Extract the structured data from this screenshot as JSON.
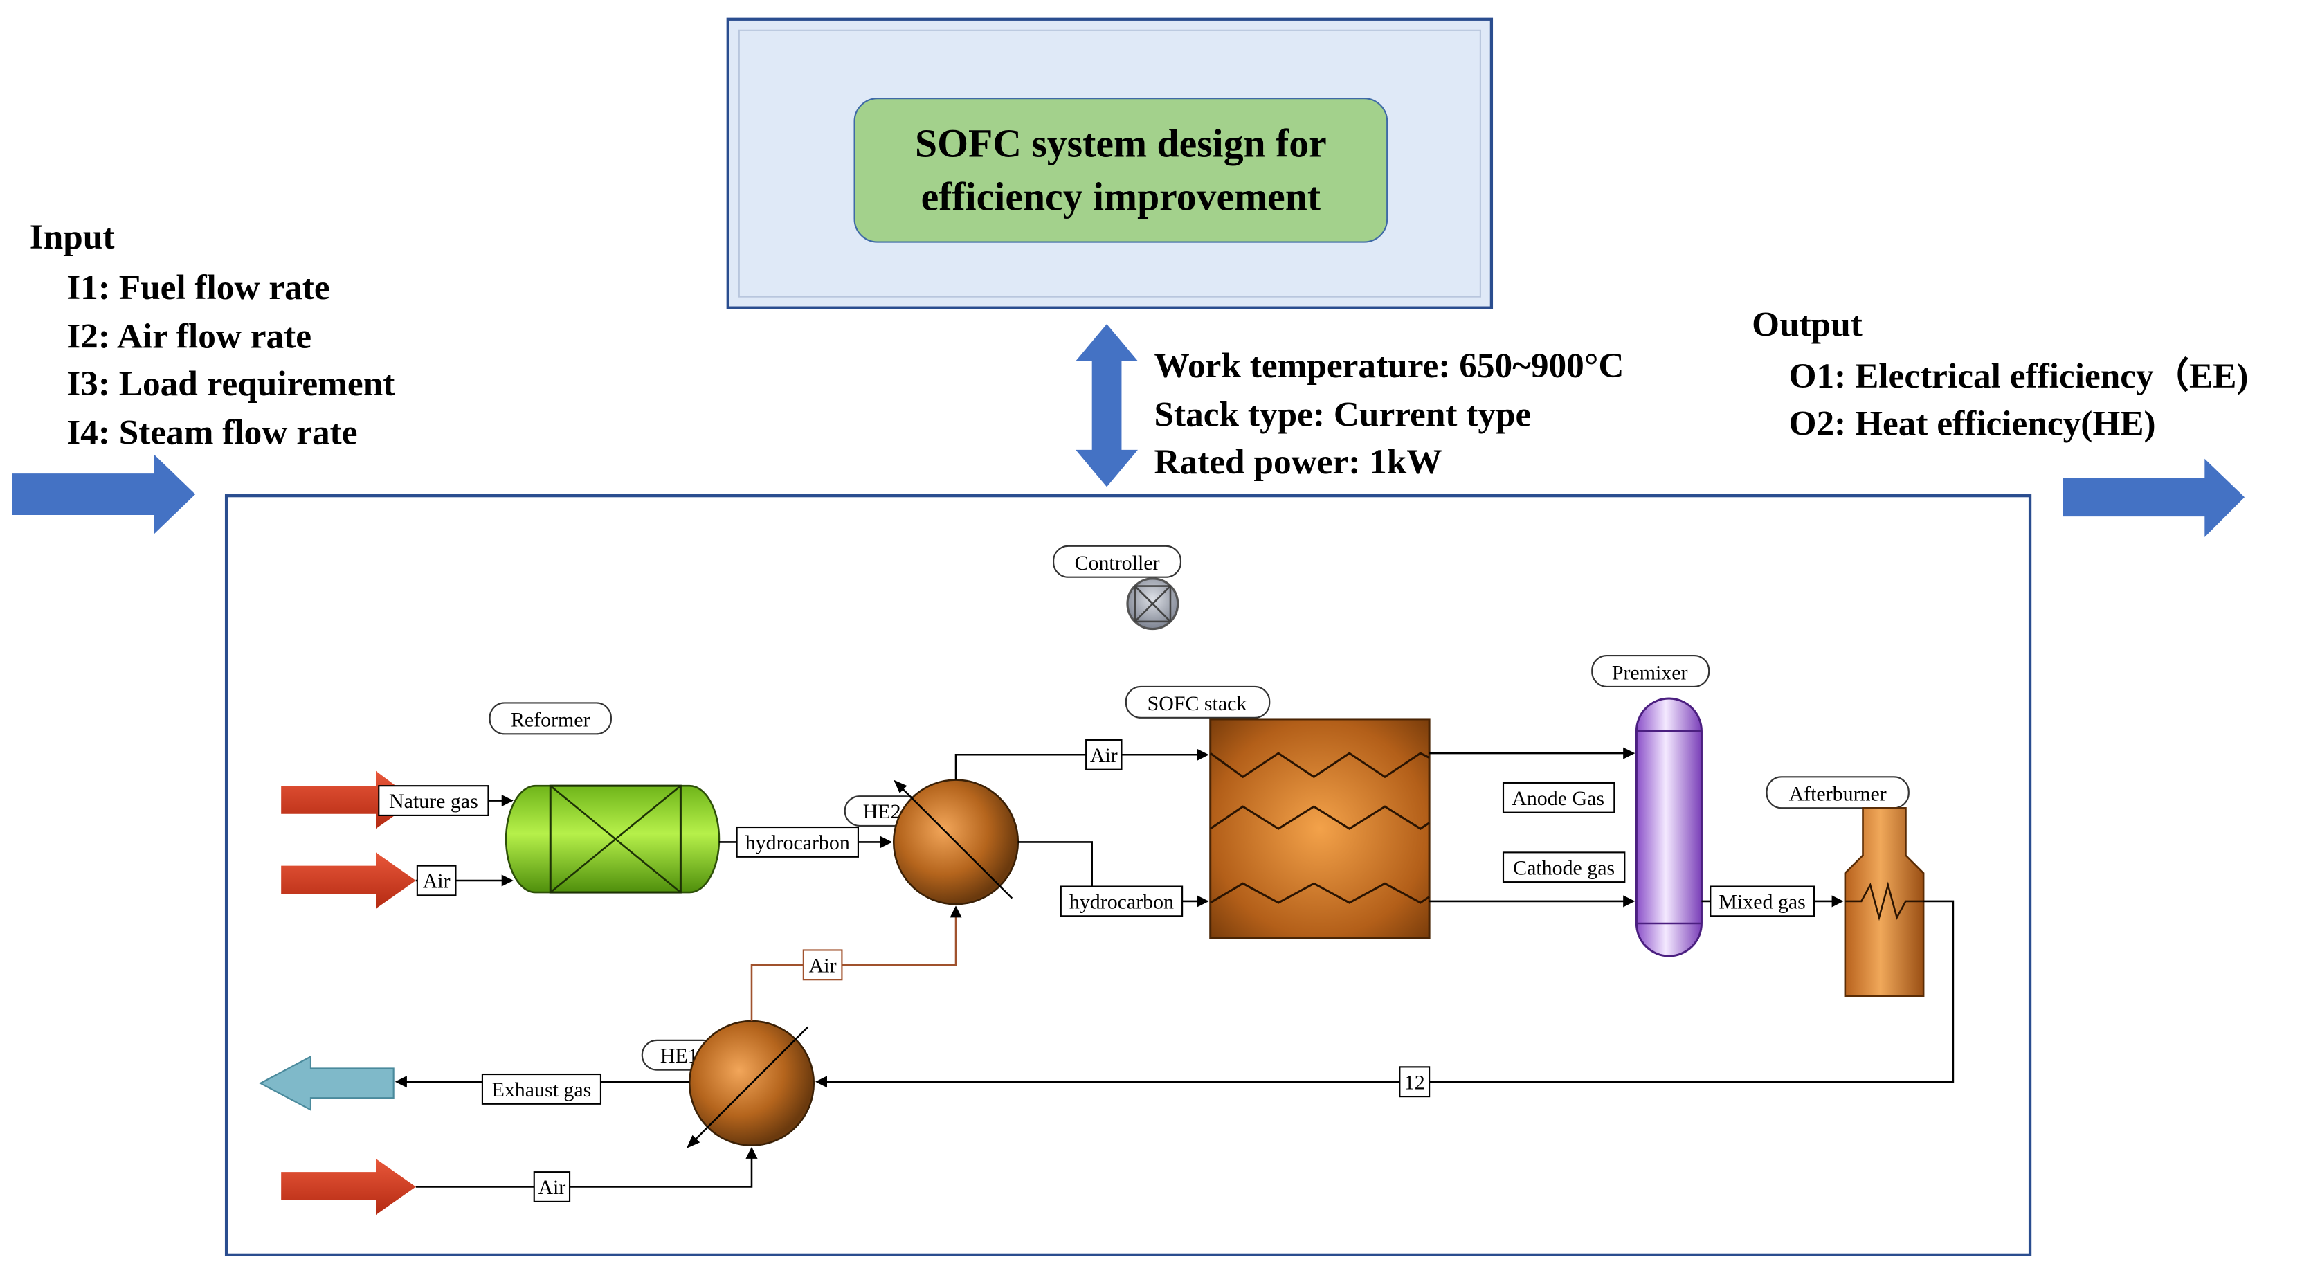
{
  "title": {
    "line1": "SOFC system design for",
    "line2": "efficiency improvement"
  },
  "input": {
    "heading": "Input",
    "items": [
      "I1: Fuel flow rate",
      "I2: Air flow rate",
      "I3: Load requirement",
      "I4: Steam flow rate"
    ]
  },
  "output": {
    "heading": "Output",
    "items": [
      "O1: Electrical efficiency（EE)",
      "O2: Heat efficiency(HE)"
    ]
  },
  "specs": [
    "Work temperature: 650~900°C",
    "Stack  type: Current type",
    "Rated power: 1kW"
  ],
  "flowsheet": {
    "units": {
      "controller": "Controller",
      "reformer": "Reformer",
      "sofc_stack": "SOFC stack",
      "premixer": "Premixer",
      "afterburner": "Afterburner",
      "he1": "HE1",
      "he2": "HE2"
    },
    "streams": {
      "nature_gas": "Nature gas",
      "air_reformer": "Air",
      "hydrocarbon_out": "hydrocarbon",
      "air_stack": "Air",
      "hydrocarbon_stack": "hydrocarbon",
      "anode_gas": "Anode Gas",
      "cathode_gas": "Cathode gas",
      "mixed_gas": "Mixed gas",
      "stream_12": "12",
      "exhaust_gas": "Exhaust gas",
      "air_he1_he2": "Air",
      "air_he1_in": "Air"
    }
  },
  "colors": {
    "arrow_blue": "#4472c4",
    "feed_red": "#d63b1f",
    "exhaust_teal": "#7fb9c9",
    "title_green": "#a3d18c",
    "frame_blue": "#2a4d8f"
  }
}
